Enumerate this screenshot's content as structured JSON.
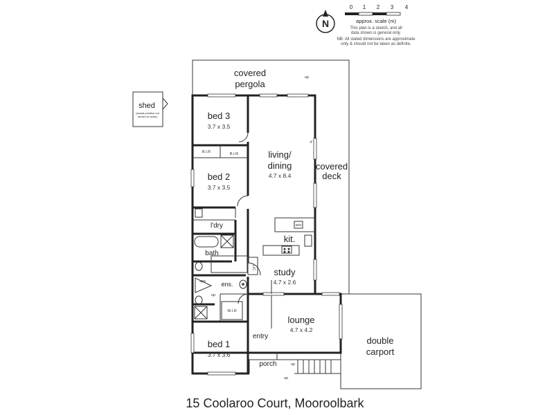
{
  "scale": {
    "ticks": [
      "0",
      "1",
      "2",
      "3",
      "4"
    ],
    "title": "approx. scale (m)",
    "note_lines": [
      "This plan is a sketch, and all",
      "data shown is general only.",
      "NB: All stated dimensions are approximate",
      "only & should not be taken as definite."
    ]
  },
  "compass": {
    "letter": "N"
  },
  "shed": {
    "label": "shed",
    "note_lines": [
      "(actual position not",
      "shown-to scale)"
    ]
  },
  "rooms": {
    "pergola": {
      "line1": "covered",
      "line2": "pergola",
      "step": "up"
    },
    "bed3": {
      "label": "bed 3",
      "dims": "3.7 x 3.5"
    },
    "bir_left": {
      "label": "B.I.R"
    },
    "bir_right": {
      "label": "B.I.R"
    },
    "bed2": {
      "label": "bed 2",
      "dims": "3.7 x 3.5"
    },
    "living": {
      "line1": "living/",
      "line2": "dining",
      "dims": "4.7 x 8.4"
    },
    "deck": {
      "line1": "covered",
      "line2": "deck"
    },
    "laundry": {
      "label": "l'dry"
    },
    "bath": {
      "label": "bath"
    },
    "kitchen": {
      "label": "kit.",
      "fixture": "w/o"
    },
    "linen": {
      "label": "L/C"
    },
    "ensuite": {
      "label": "ens.",
      "spa": "spa",
      "step": "up"
    },
    "study": {
      "label": "study",
      "dims": "4.7 x 2.6"
    },
    "wir": {
      "label": "W.I.R"
    },
    "lounge": {
      "label": "lounge",
      "dims": "4.7 x 4.2"
    },
    "entry": {
      "label": "entry"
    },
    "bed1": {
      "label": "bed 1",
      "dims": "3.7 x 3.6"
    },
    "porch": {
      "label": "porch",
      "step": "up",
      "step2": "up"
    },
    "carport": {
      "line1": "double",
      "line2": "carport"
    },
    "fridge": {
      "label": "rf"
    }
  },
  "address": "15 Coolaroo Court, Mooroolbark"
}
